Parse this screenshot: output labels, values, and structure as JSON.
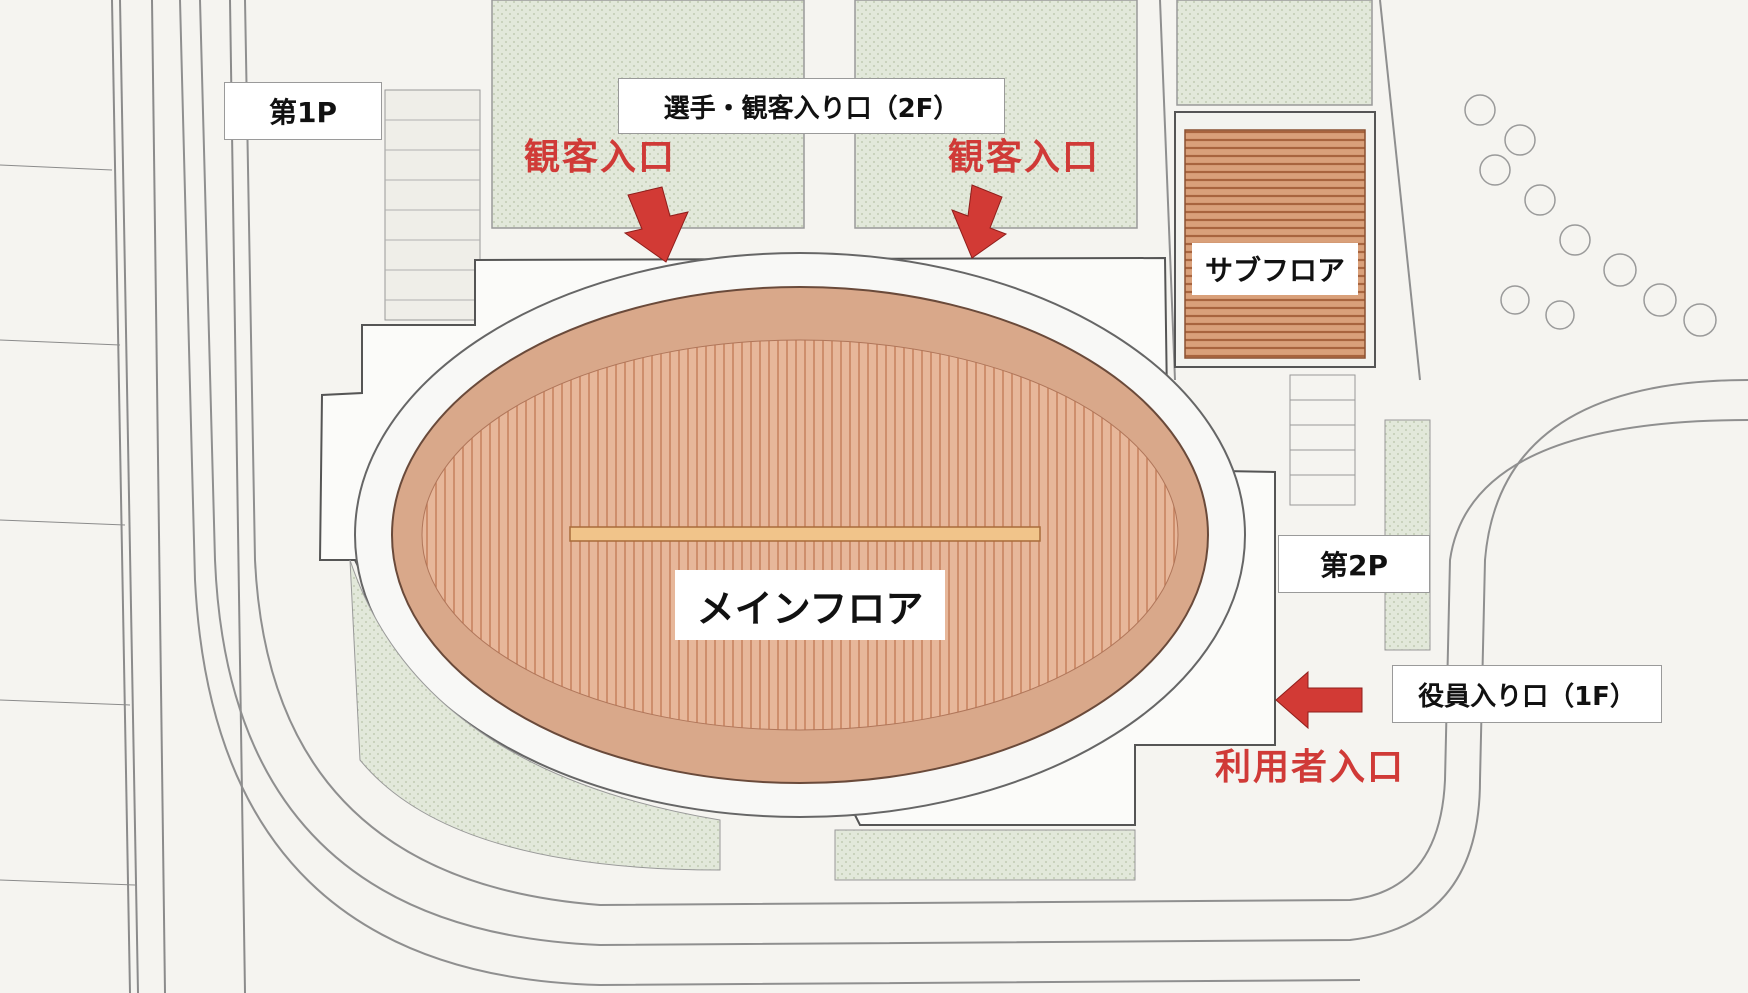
{
  "labels": {
    "parking1": "第1P",
    "parking2": "第2P",
    "entrance_players": "選手・観客入り口（2F）",
    "entrance_officials": "役員入り口（1F）",
    "spectator_entrance_left": "観客入口",
    "spectator_entrance_right": "観客入口",
    "user_entrance": "利用者入口",
    "main_floor": "メインフロア",
    "sub_floor": "サブフロア"
  },
  "colors": {
    "accent_red": "#d03a37",
    "main_floor_fill": "#d9a88a",
    "sub_floor_fill": "#c98a60",
    "field_green": "#dfe6d6",
    "line_gray": "#8a8a8a"
  },
  "icons": {
    "arrow": "down-arrow-icon"
  }
}
